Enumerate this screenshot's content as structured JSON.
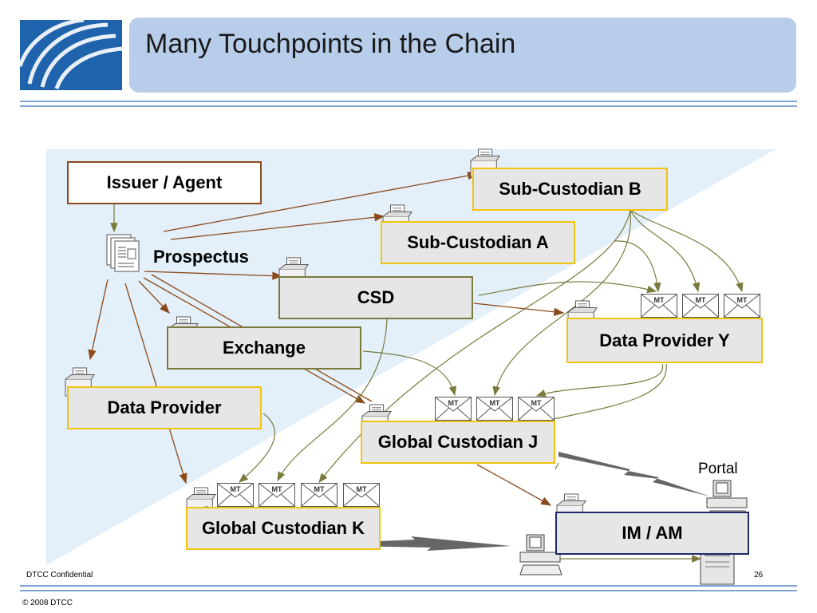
{
  "slide": {
    "title": "Many Touchpoints in the Chain",
    "footer_left": "DTCC Confidential",
    "page_number": "26",
    "copyright": "© 2008 DTCC"
  },
  "diagram": {
    "issuer": "Issuer / Agent",
    "prospectus": "Prospectus",
    "sub_custodian_b": "Sub-Custodian B",
    "sub_custodian_a": "Sub-Custodian A",
    "csd": "CSD",
    "exchange": "Exchange",
    "data_provider": "Data Provider",
    "data_provider_y": "Data Provider Y",
    "global_custodian_j": "Global Custodian J",
    "global_custodian_k": "Global Custodian K",
    "im_am": "IM / AM",
    "portal": "Portal",
    "mt_label": "MT"
  },
  "colors": {
    "brand_blue": "#1f63ad",
    "title_bar": "#b8cdea",
    "background_panel": "#e3eff9",
    "arrow_brown": "#8b4a1c",
    "arrow_olive": "#7a7a3c",
    "box_gold": "#f1c40f"
  }
}
